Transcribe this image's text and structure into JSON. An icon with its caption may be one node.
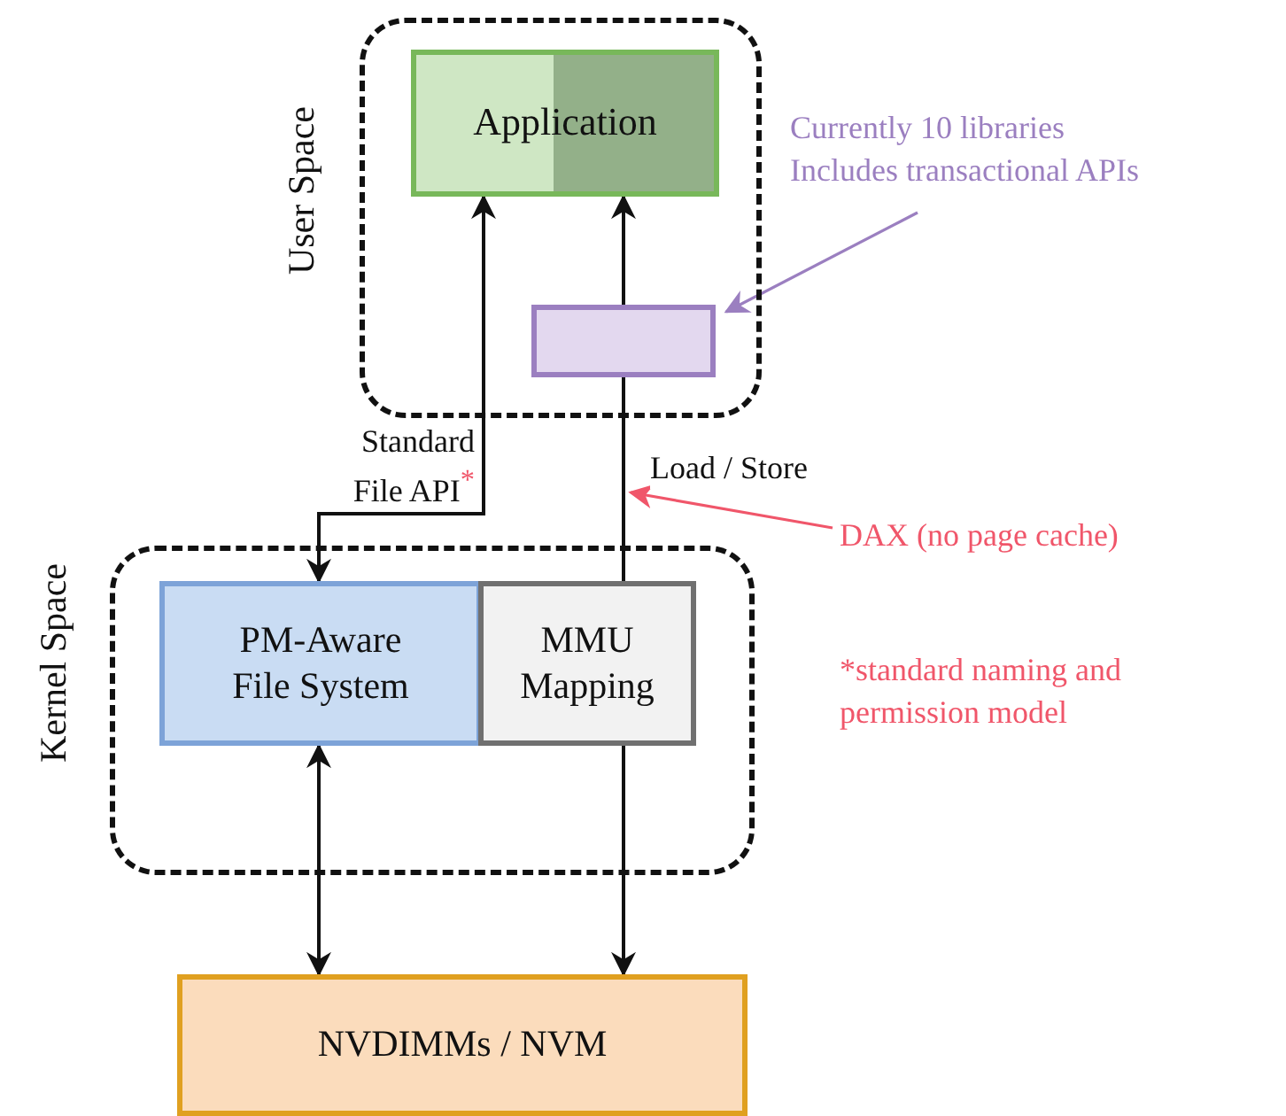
{
  "diagram": {
    "nodes": [
      {
        "text": [
          "User Space"
        ]
      },
      {
        "text": [
          "Application"
        ],
        "in": 0
      },
      {
        "text": [],
        "shape": "box",
        "in": 0
      },
      {
        "text": [
          "Kernel Space"
        ]
      },
      {
        "text": [
          "PM-Aware File System"
        ],
        "in": 3
      },
      {
        "text": [
          "MMU Mapping"
        ],
        "in": 3
      },
      {
        "text": [
          "NVDIMMs / NVM"
        ]
      },
      {
        "text": [
          "Currently 10 libraries",
          "Includes transactional APIs"
        ]
      },
      {
        "text": [
          "DAX (no page cache)"
        ]
      }
    ],
    "edges": [
      {
        "from": 4,
        "to": 1,
        "arrow": "both",
        "label": "Standard File API$^{*}$"
      },
      {
        "from": 2,
        "to": 1,
        "arrow": "to"
      },
      {
        "from": 5,
        "to": 2,
        "arrow": "none",
        "label": "Load / Store"
      },
      {
        "from": 4,
        "to": 6,
        "arrow": "both"
      },
      {
        "from": 5,
        "to": 6,
        "arrow": "to"
      },
      {
        "from": 7,
        "to": 2,
        "arrow": "to",
        "color": "#9b7fc0"
      },
      {
        "from": 8,
        "to": null,
        "arrow": "to",
        "color": "#f0566a"
      }
    ],
    "labels": [
      "*standard naming and permission model"
    ]
  }
}
